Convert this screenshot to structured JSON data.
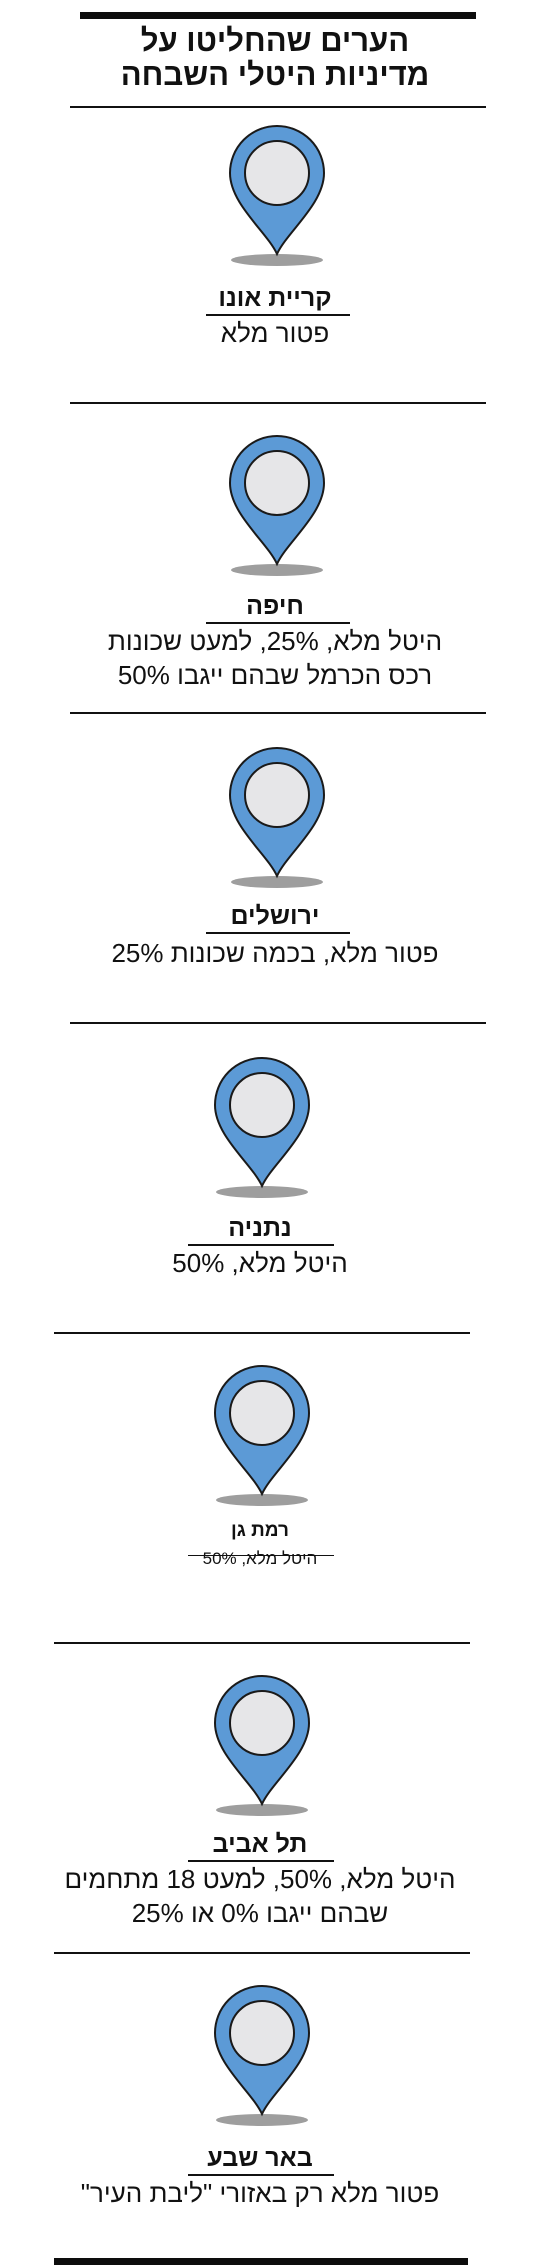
{
  "title": {
    "line1": "הערים שהחליטו על",
    "line2": "מדיניות היטלי השבחה"
  },
  "colors": {
    "pin_fill": "#5c9ad6",
    "pin_inner": "#e6e6e8",
    "shadow": "#9e9e9e"
  },
  "icon": "map-pin-icon",
  "cities": [
    {
      "name": "קריית אונו",
      "policy": [
        "פטור מלא"
      ]
    },
    {
      "name": "חיפה",
      "policy": [
        "היטל מלא, 25%, למעט שכונות",
        "רכס הכרמל שבהם ייגבו 50%"
      ]
    },
    {
      "name": "ירושלים",
      "policy": [
        "פטור מלא, בכמה שכונות 25%"
      ]
    },
    {
      "name": "נתניה",
      "policy": [
        "היטל מלא, 50%"
      ]
    },
    {
      "name": "רמת גן",
      "policy": [
        "היטל מלא, 50%"
      ]
    },
    {
      "name": "תל אביב",
      "policy": [
        "היטל מלא, 50%, למעט 18 מתחמים",
        "שבהם ייגבו 0% או 25%"
      ]
    },
    {
      "name": "באר שבע",
      "policy": [
        "פטור מלא רק באזורי \"ליבת העיר\""
      ]
    }
  ]
}
